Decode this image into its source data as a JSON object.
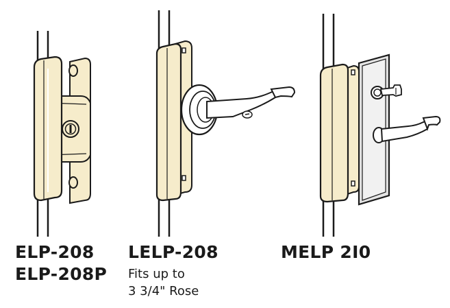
{
  "colors": {
    "brass": "#f6eccb",
    "ink": "#1a1a1a",
    "plate_gray": "#e4e4e4",
    "background": "#ffffff"
  },
  "products": [
    {
      "model": "ELP-208",
      "variant": "ELP-208P"
    },
    {
      "model": "LELP-208",
      "note_line1": "Fits up to",
      "note_line2": "3 3/4\" Rose"
    },
    {
      "model": "MELP 2I0"
    }
  ]
}
